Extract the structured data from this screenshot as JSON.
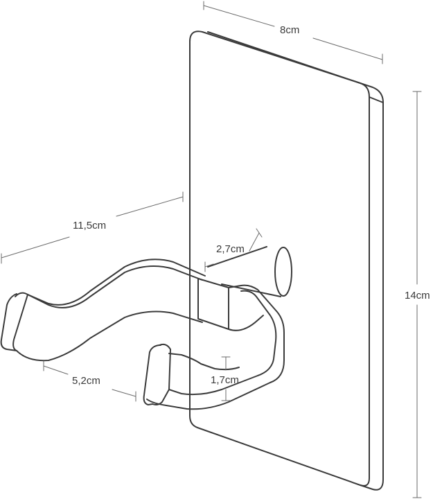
{
  "diagram": {
    "line_color": "#3a3a3a",
    "dim_color": "#6a6a6a",
    "background": "#ffffff",
    "components": [
      "back-plate",
      "support-bar",
      "hook-left-arm",
      "hook-right-arm"
    ],
    "dimensions": {
      "width": "8cm",
      "height": "14cm",
      "reach": "11,5cm",
      "bar_diameter": "2,7cm",
      "arm_gap": "5,2cm",
      "lip_height": "1,7cm"
    }
  }
}
